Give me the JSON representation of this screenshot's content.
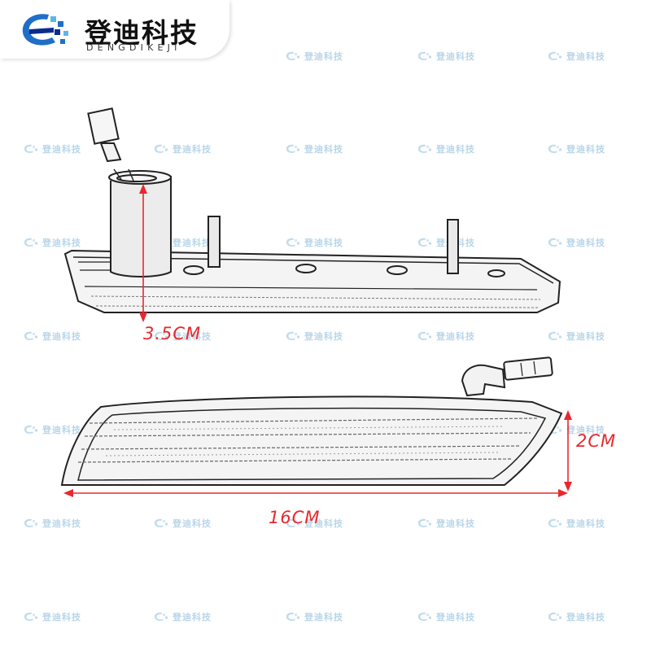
{
  "brand": {
    "name_cn": "登迪科技",
    "name_en": "DENGDIKEJI",
    "logo_colors": [
      "#1f6fc9",
      "#0b2c8a",
      "#5db5ea"
    ],
    "logo_icon": "brand-e-mark-icon"
  },
  "watermark": {
    "text": "登迪科技",
    "color": "#7eb3d6",
    "icon": "brand-e-mark-icon"
  },
  "dimensions": {
    "height": "3.5CM",
    "width": "2CM",
    "length": "16CM",
    "color": "#e8282d"
  }
}
